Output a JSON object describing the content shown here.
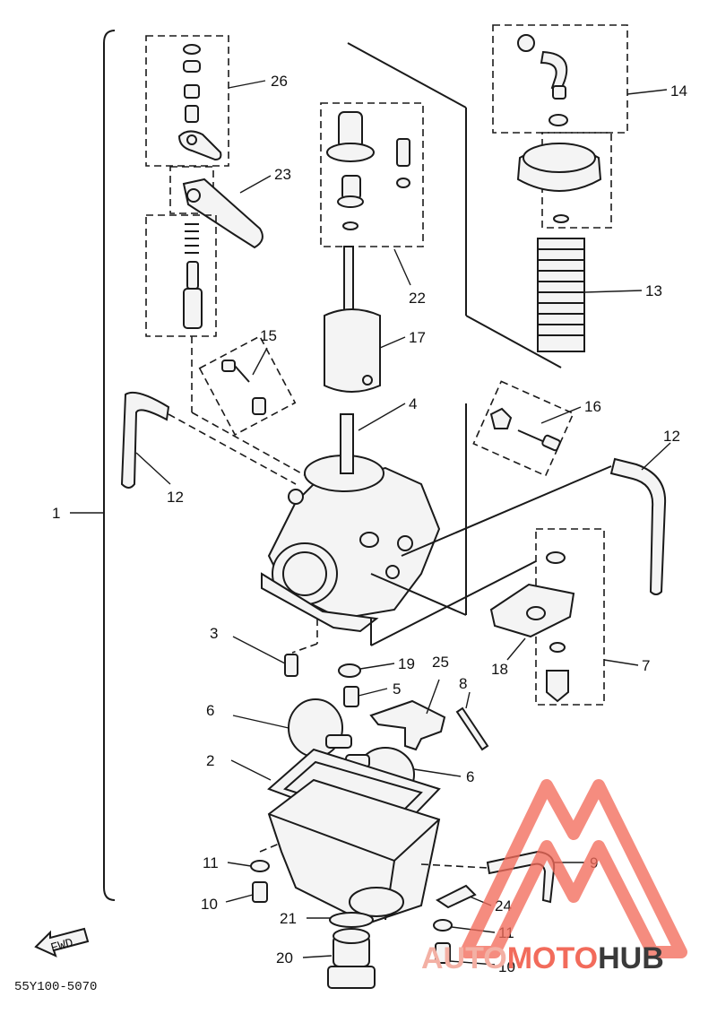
{
  "callouts": {
    "c1": "1",
    "c2": "2",
    "c3": "3",
    "c4": "4",
    "c5": "5",
    "c6a": "6",
    "c6b": "6",
    "c7": "7",
    "c8": "8",
    "c9": "9",
    "c10a": "10",
    "c10b": "10",
    "c11a": "11",
    "c11b": "11",
    "c12a": "12",
    "c12b": "12",
    "c13": "13",
    "c14": "14",
    "c15": "15",
    "c16": "16",
    "c17": "17",
    "c18": "18",
    "c19": "19",
    "c20": "20",
    "c21": "21",
    "c22": "22",
    "c23": "23",
    "c24": "24",
    "c25": "25",
    "c26": "26"
  },
  "fwd_label": "FWD",
  "diagram_code": "55Y100-5070",
  "watermark": {
    "brand_a": "AUTO",
    "brand_b": "MOTO",
    "brand_c": "HUB",
    "colors": {
      "accent": "#f26b5b",
      "dark": "#3a3a3a",
      "mark": "#f26b5b"
    }
  }
}
